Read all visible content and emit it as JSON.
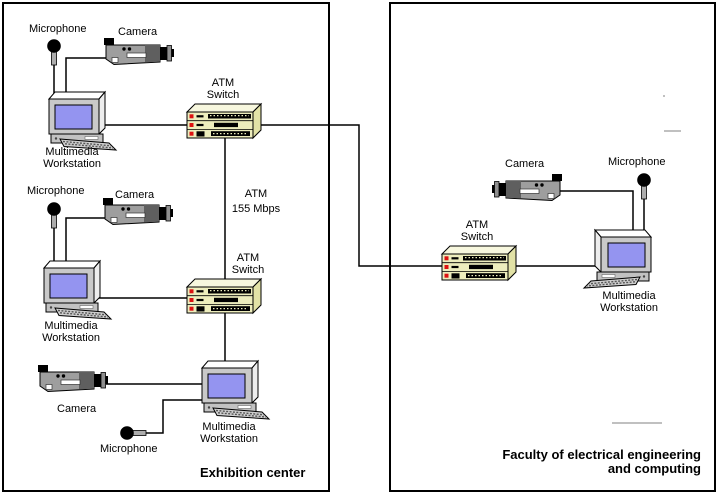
{
  "panels": {
    "exhibition": {
      "title": "Exhibition center"
    },
    "faculty": {
      "title_line1": "Faculty of electrical engineering",
      "title_line2": "and computing"
    }
  },
  "device_labels": {
    "microphone": "Microphone",
    "camera": "Camera",
    "workstation_line1": "Multimedia",
    "workstation_line2": "Workstation",
    "atm_switch_line1": "ATM",
    "atm_switch_line2": "Switch"
  },
  "link_labels": {
    "backbone_line1": "ATM",
    "backbone_line2": "155 Mbps"
  },
  "icons": {
    "microphone": "microphone-icon",
    "camera": "camera-icon",
    "workstation": "workstation-icon",
    "atm_switch": "atm-switch-icon"
  },
  "colors": {
    "border_color": "#000000",
    "line_color": "#000000",
    "switch_body": "#EDEDBD",
    "switch_top": "#F7F7DE",
    "switch_led": "#DD1111",
    "screen_blue": "#9494F0",
    "device_gray": "#9E9E9E"
  }
}
